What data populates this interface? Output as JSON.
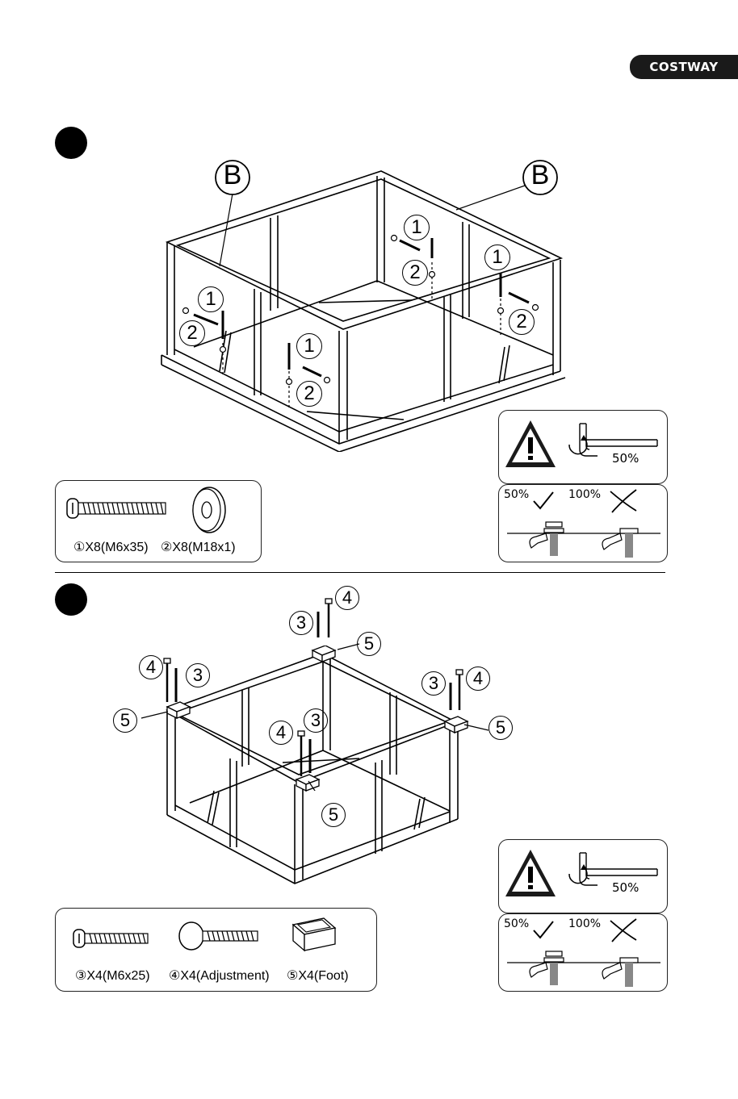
{
  "brand": {
    "name": "COSTWAY"
  },
  "step1": {
    "part_labels": [
      "B",
      "B"
    ],
    "callouts": [
      "1",
      "2",
      "1",
      "2",
      "1",
      "2",
      "1",
      "2"
    ],
    "hardware": {
      "label_1": "①X8(M6x35)",
      "label_2": "②X8(M18x1)"
    },
    "tightening": {
      "tool_pct": "50%",
      "good_pct": "50%",
      "bad_pct": "100%"
    }
  },
  "step2": {
    "callouts": [
      "4",
      "3",
      "5",
      "3",
      "4",
      "5",
      "4",
      "3",
      "5",
      "3",
      "4",
      "5"
    ],
    "hardware": {
      "label_3": "③X4(M6x25)",
      "label_4": "④X4(Adjustment)",
      "label_5": "⑤X4(Foot)"
    },
    "tightening": {
      "tool_pct": "50%",
      "good_pct": "50%",
      "bad_pct": "100%"
    }
  },
  "icons": [
    "warning-triangle-icon",
    "allen-key-icon",
    "rotate-arrow-icon",
    "checkmark-icon",
    "cross-icon"
  ]
}
